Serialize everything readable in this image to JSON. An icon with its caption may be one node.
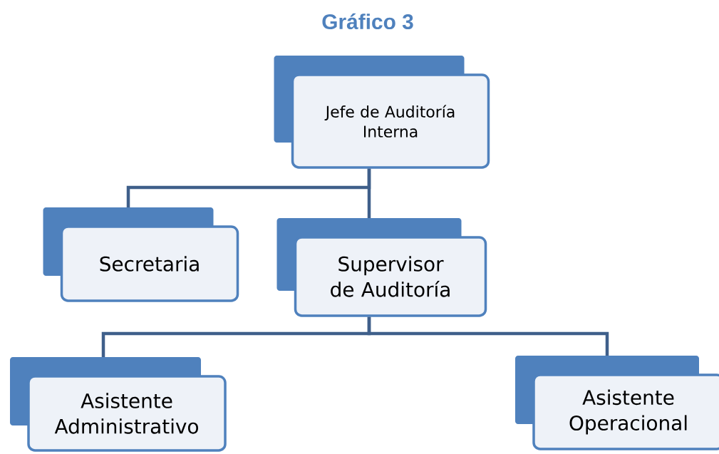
{
  "diagram": {
    "title": "Gráfico 3",
    "nodes": [
      {
        "text": [
          "Jefe de Auditoría Interna"
        ]
      },
      {
        "text": [
          "Secretaria"
        ]
      },
      {
        "text": [
          "Supervisor de Auditoría"
        ]
      },
      {
        "text": [
          "Asistente Administrativo"
        ]
      },
      {
        "text": [
          "Asistente Operacional"
        ]
      }
    ],
    "edges": [
      {
        "from": 0,
        "to": 1,
        "arrow": "none"
      },
      {
        "from": 0,
        "to": 2,
        "arrow": "none"
      },
      {
        "from": 2,
        "to": 3,
        "arrow": "none"
      },
      {
        "from": 2,
        "to": 4,
        "arrow": "none"
      }
    ]
  }
}
